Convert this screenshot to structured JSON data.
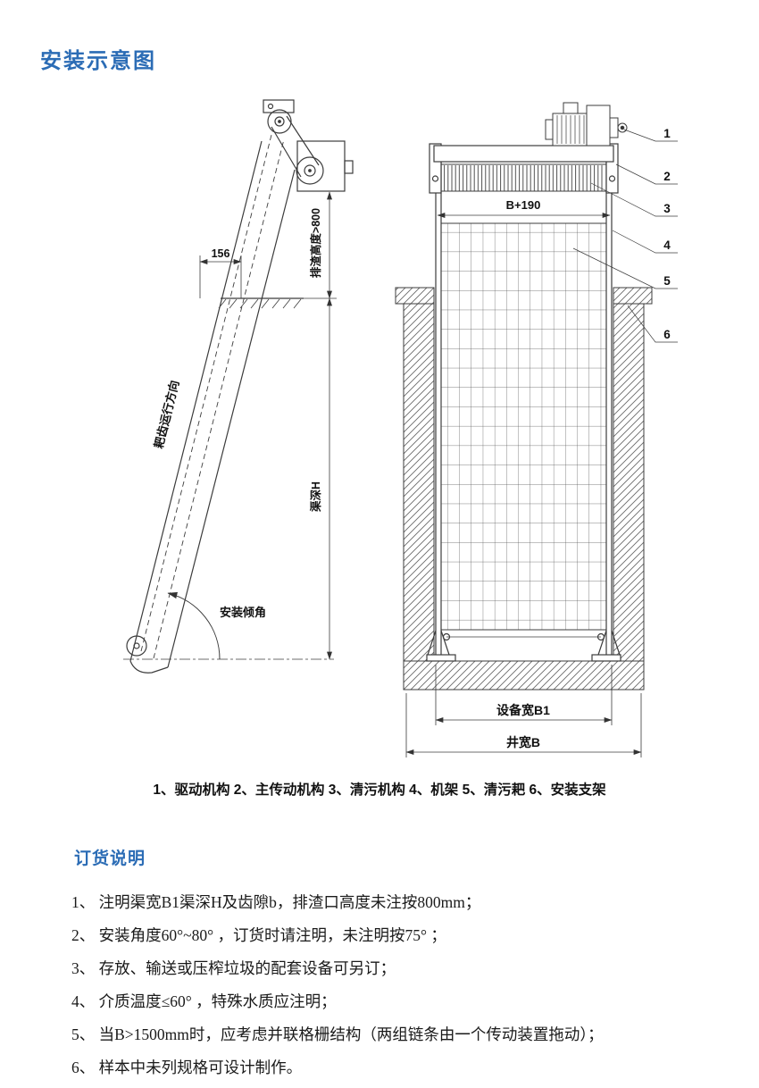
{
  "page": {
    "accent_color": "#2b6cb5",
    "ink_color": "#1a1a1a"
  },
  "header": {
    "title": "安装示意图"
  },
  "figure": {
    "labels": {
      "dim_156": "156",
      "discharge_height": "排渣高度>800",
      "rake_direction": "耙齿运行方向",
      "channel_depth": "渠深H",
      "install_angle": "安装倾角",
      "top_width": "B+190",
      "equipment_width": "设备宽B1",
      "well_width": "井宽B"
    },
    "callouts": [
      "1",
      "2",
      "3",
      "4",
      "5",
      "6"
    ],
    "legend": "1、驱动机构 2、主传动机构 3、清污机构 4、机架 5、清污耙 6、安装支架"
  },
  "ordering": {
    "title": "订货说明",
    "notes": [
      "1、 注明渠宽B1渠深H及齿隙b，排渣口高度未注按800mm；",
      "2、 安装角度60°~80° ，订货时请注明，未注明按75° ；",
      "3、 存放、输送或压榨垃圾的配套设备可另订；",
      "4、 介质温度≤60° ，特殊水质应注明；",
      "5、 当B>1500mm时，应考虑并联格栅结构（两组链条由一个传动装置拖动）；",
      "6、 样本中未列规格可设计制作。"
    ]
  }
}
